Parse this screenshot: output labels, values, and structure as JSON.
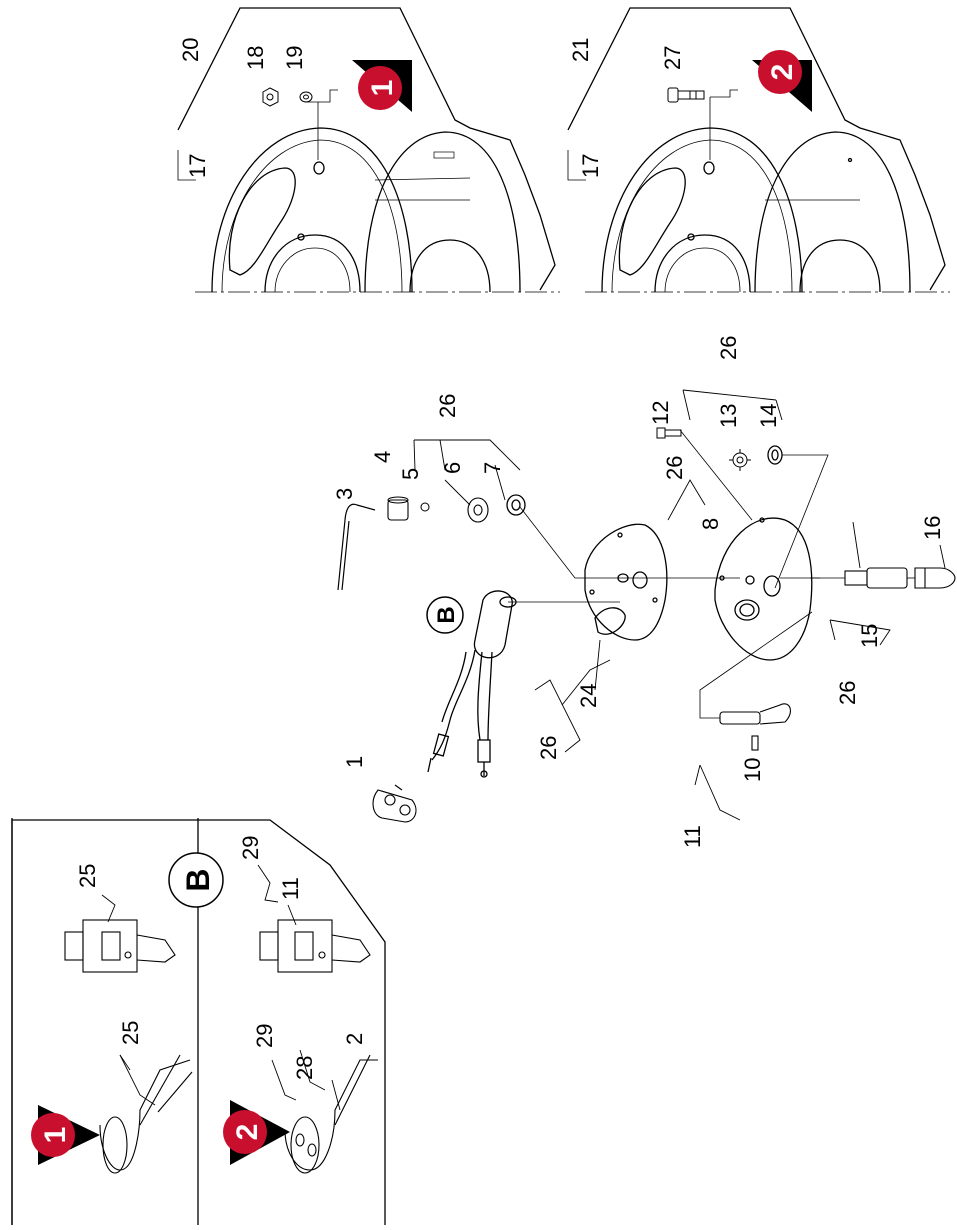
{
  "callouts": {
    "c1": "1",
    "c2": "2",
    "c3": "3",
    "c4": "4",
    "c5": "5",
    "c6": "6",
    "c7": "7",
    "c8": "8",
    "c10": "10",
    "c11a": "11",
    "c11b": "11",
    "c12": "12",
    "c13": "13",
    "c14": "14",
    "c15": "15",
    "c16": "16",
    "c17a": "17",
    "c17b": "17",
    "c18": "18",
    "c19": "19",
    "c20": "20",
    "c21": "21",
    "c24": "24",
    "c25a": "25",
    "c25b": "25",
    "c26a": "26",
    "c26b": "26",
    "c26c": "26",
    "c26d": "26",
    "c26e": "26",
    "c27": "27",
    "c28": "28",
    "c29a": "29",
    "c29b": "29"
  },
  "markers": {
    "variant1": "1",
    "variant2": "2",
    "detailB": "B"
  },
  "colors": {
    "line": "#000000",
    "marker_red": "#c8102e",
    "background": "#ffffff"
  },
  "icons": [
    "variant-1-marker-icon",
    "variant-2-marker-icon",
    "detail-b-marker-icon"
  ]
}
